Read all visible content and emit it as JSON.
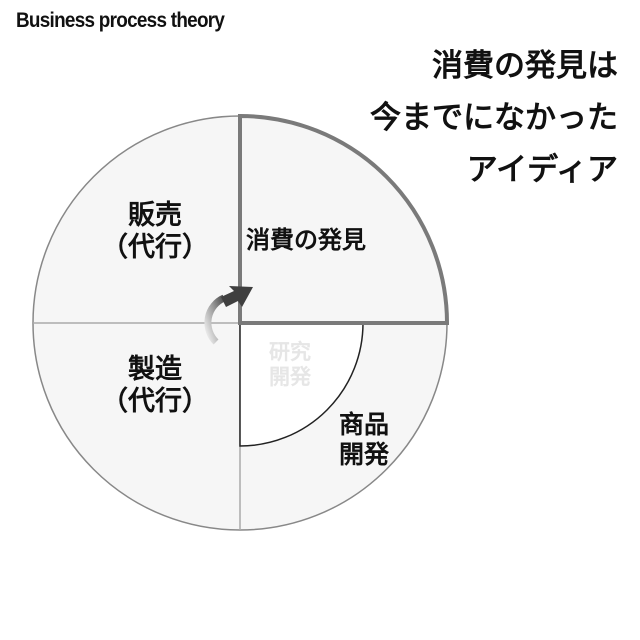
{
  "header": {
    "title": "Business process theory"
  },
  "tagline": {
    "lines": [
      "消費の発見は",
      "今までになかった",
      "アイディア"
    ]
  },
  "diagram": {
    "quadrants": {
      "top_left": {
        "lines": [
          "販売",
          "（代行）"
        ]
      },
      "top_right": {
        "lines": [
          "消費の発見"
        ]
      },
      "bottom_left": {
        "lines": [
          "製造",
          "（代行）"
        ]
      },
      "bottom_right": {
        "lines": [
          "商品",
          "開発"
        ]
      }
    },
    "inner_label": {
      "lines": [
        "研究",
        "開発"
      ]
    },
    "cycle_icon": "circular-arrow-icon",
    "colors": {
      "fill": "#f6f6f6",
      "outline": "#888888",
      "highlight_border": "#7a7a7a",
      "inner_sector": "#ffffff",
      "faint_text": "#e6e6e6"
    }
  }
}
